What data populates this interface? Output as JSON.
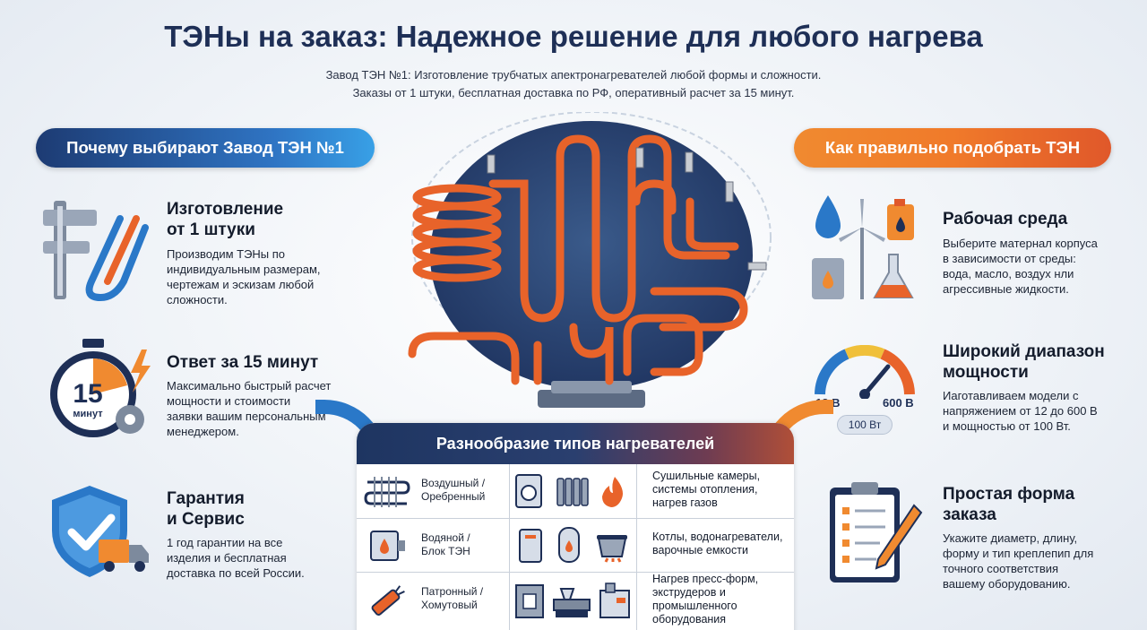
{
  "header": {
    "title": "ТЭНы на заказ: Надежное решение для любого нагрева",
    "subtitle_line1": "Завод ТЭН №1: Изготовление трубчатых апектронагревателей любой формы и сложности.",
    "subtitle_line2": "Заказы от 1 штуки, бесплатная доставка по РФ, оперативный расчет за 15 минут."
  },
  "left": {
    "pill": "Почему выбирают Завод ТЭН №1",
    "features": [
      {
        "title1": "Изготовление",
        "title2": "от 1 штуки",
        "text": [
          "Производим ТЭНы по",
          "индивидуальным размерам,",
          "чертежам и эскизам любой",
          "сложности."
        ]
      },
      {
        "title1": "Ответ за 15 минут",
        "title2": "",
        "text": [
          "Максимально быстрый расчет",
          "мощности и стоимости",
          "заявки вашим персональным",
          "менеджером."
        ]
      },
      {
        "title1": "Гарантия",
        "title2": "и Сервис",
        "text": [
          "1 год гарантии на все",
          "изделия и бесплатная",
          "доставка по всей России."
        ]
      }
    ],
    "timer_number": "15",
    "timer_unit": "минут"
  },
  "right": {
    "pill": "Как правильно подобрать ТЭН",
    "features": [
      {
        "title1": "Рабочая среда",
        "title2": "",
        "text": [
          "Выберите матернал корпуса",
          "в зависимости от среды:",
          "вода, масло, воздух нли",
          "агрессивные жидкости."
        ]
      },
      {
        "title1": "Широкий диапазон",
        "title2": "мощности",
        "text": [
          "Иаготавливаем модели с",
          "напряжением от 12 до 600 В",
          "и мощностью от 100 Вт."
        ]
      },
      {
        "title1": "Простая форма",
        "title2": "заказа",
        "text": [
          "Укажите диаметр, длину,",
          "форму и тип креплепип для",
          "точного соответствия",
          "вашему оборудованию."
        ]
      }
    ],
    "gauge_min": "12 В",
    "gauge_max": "600 В",
    "gauge_power": "100 Вт"
  },
  "types": {
    "title": "Разнообразие типов нагревателей",
    "rows": [
      {
        "name": [
          "Воздушный /",
          "Оребренный"
        ],
        "desc": [
          "Сушильные камеры,",
          "системы отопления,",
          "нагрев газов"
        ]
      },
      {
        "name": [
          "Водяной /",
          "Блок ТЭН"
        ],
        "desc": [
          "Котлы, водонагреватели,",
          "варочные емкости"
        ]
      },
      {
        "name": [
          "Патронный /",
          "Хомутовый"
        ],
        "desc": [
          "Нагрев пресс-форм,",
          "экструдеров и",
          "промышленного",
          "оборудования"
        ]
      }
    ]
  },
  "colors": {
    "blue": "#2a78c8",
    "navy": "#1e2f56",
    "orange": "#f08a30",
    "heater": "#e8632a"
  },
  "icons": [
    "caliper-icon",
    "stopwatch-icon",
    "shield-check-icon",
    "truck-icon",
    "drop-icon",
    "wind-turbine-icon",
    "oil-can-icon",
    "flask-icon",
    "gauge-icon",
    "clipboard-icon",
    "pencil-icon",
    "heater-coil-illustration"
  ]
}
